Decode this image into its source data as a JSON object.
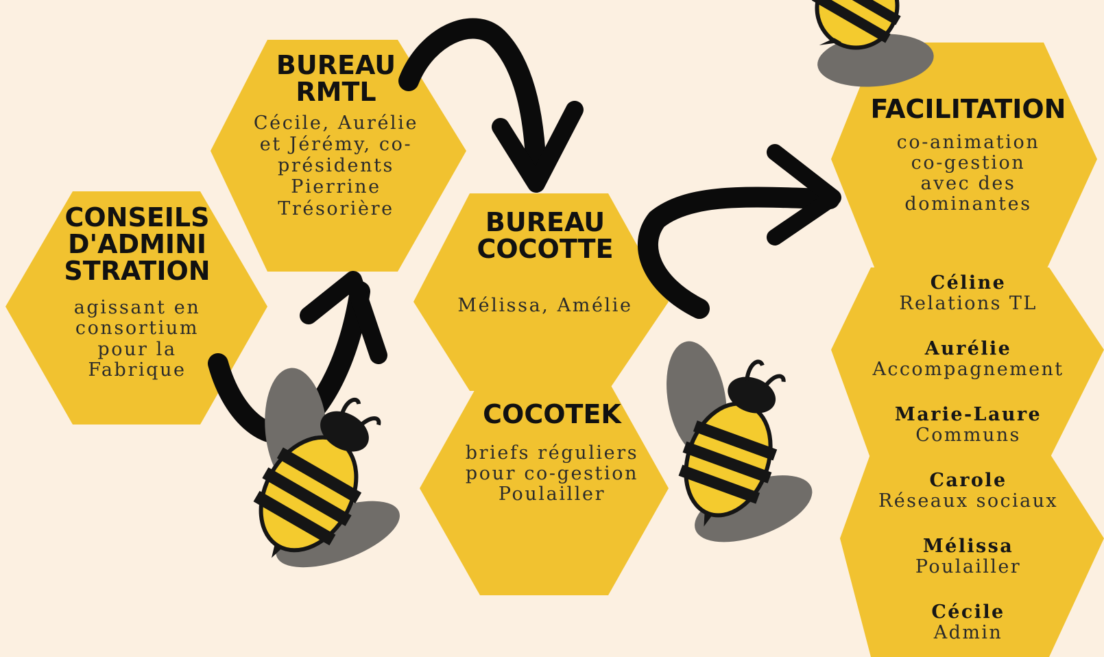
{
  "colors": {
    "background": "#fcf0e1",
    "hexagon": "#f1c230",
    "arrow": "#0b0b0b",
    "bee_stripe_yellow": "#f4cb2e",
    "bee_stripe_black": "#151515",
    "bee_wing": "#706d69"
  },
  "conseils": {
    "title_lines": [
      "CONSEILS",
      "D'ADMINI",
      "STRATION"
    ],
    "body_lines": [
      "agissant en",
      "consortium",
      "pour la",
      "Fabrique"
    ]
  },
  "bureau_rmtl": {
    "title_lines": [
      "BUREAU",
      "RMTL"
    ],
    "body_lines": [
      "Cécile, Aurélie",
      "et Jérémy, co-",
      "présidents",
      "Pierrine",
      "Trésorière"
    ]
  },
  "bureau_cocotte": {
    "title_lines": [
      "BUREAU",
      "COCOTTE"
    ],
    "body_lines": [
      "Mélissa, Amélie"
    ]
  },
  "cocotek": {
    "title_lines": [
      "COCOTEK"
    ],
    "body_lines": [
      "briefs réguliers",
      "pour co-gestion",
      "Poulailler"
    ]
  },
  "facilitation": {
    "title_lines": [
      "FACILITATION"
    ],
    "body_lines": [
      "co-animation",
      "co-gestion",
      "avec des",
      "dominantes"
    ],
    "members": [
      {
        "name": "Céline",
        "role": "Relations TL"
      },
      {
        "name": "Aurélie",
        "role": "Accompagnement"
      },
      {
        "name": "Marie-Laure",
        "role": "Communs"
      },
      {
        "name": "Carole",
        "role": "Réseaux sociaux"
      },
      {
        "name": "Mélissa",
        "role": "Poulailler"
      },
      {
        "name": "Cécile",
        "role": "Admin"
      }
    ]
  },
  "icons": [
    "bee-icon",
    "curved-arrow-icon"
  ]
}
